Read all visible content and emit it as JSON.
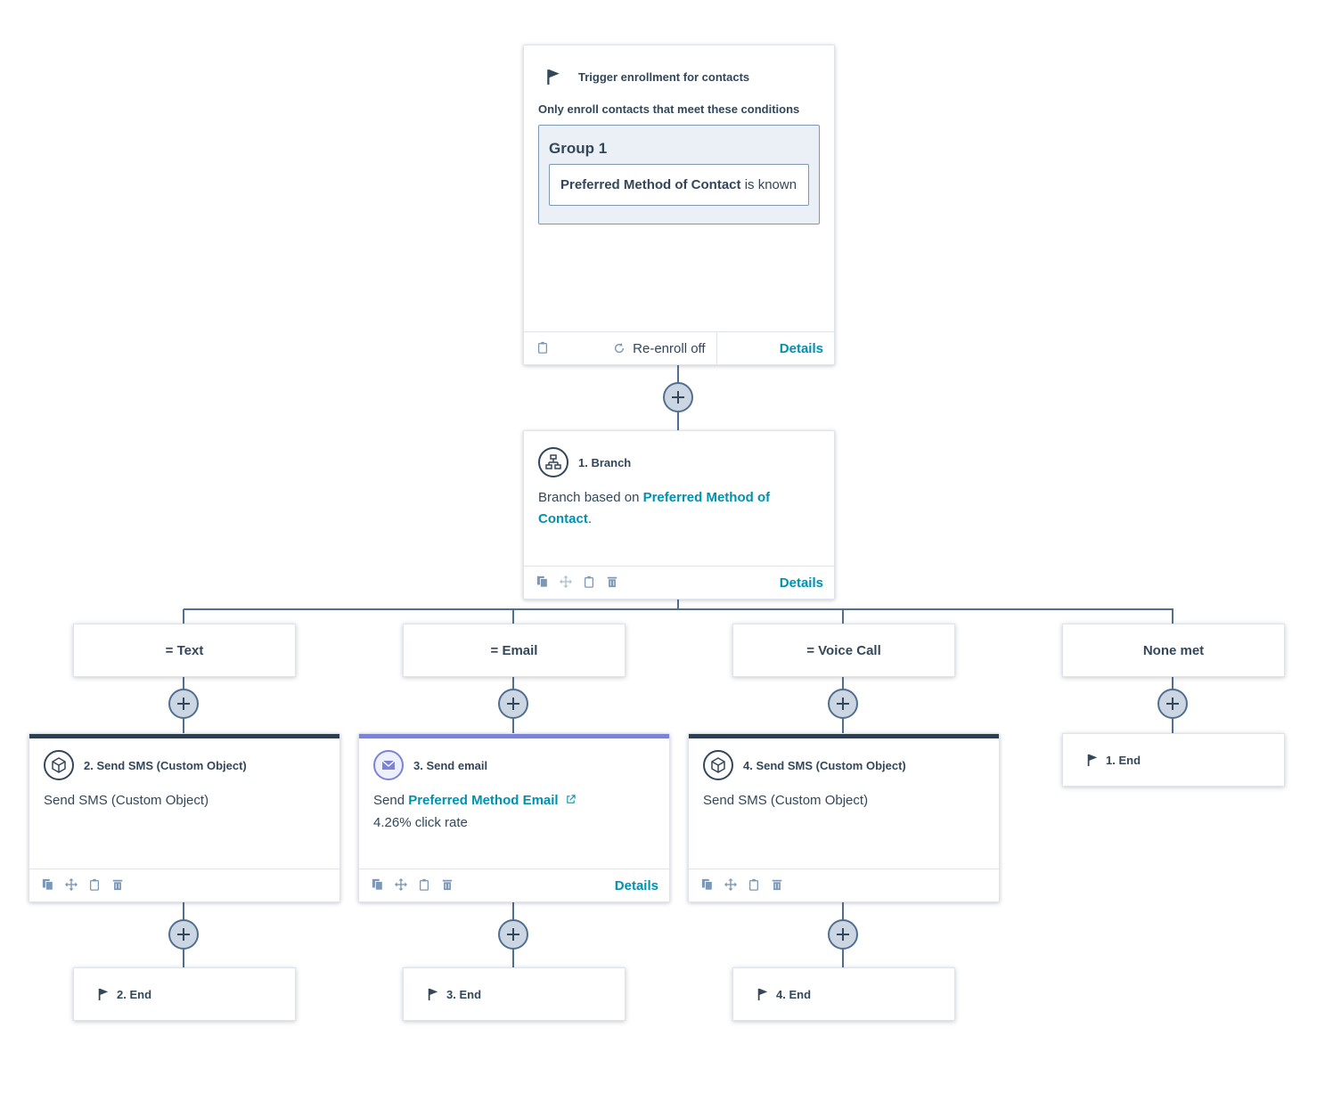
{
  "trigger": {
    "title": "Trigger enrollment for contacts",
    "subtitle": "Only enroll contacts that meet these conditions",
    "group_label": "Group 1",
    "condition_property": "Preferred Method of Contact",
    "condition_operator": "is known",
    "reenroll_label": "Re-enroll off",
    "details_label": "Details"
  },
  "branch": {
    "title": "1. Branch",
    "body_prefix": "Branch based on",
    "body_link": "Preferred Method of Contact",
    "body_suffix": ".",
    "details_label": "Details"
  },
  "branches": [
    {
      "label": "= Text"
    },
    {
      "label": "= Email"
    },
    {
      "label": "= Voice Call"
    },
    {
      "label": "None met"
    }
  ],
  "actions": {
    "sms_a": {
      "title": "2. Send SMS (Custom Object)",
      "body": "Send SMS (Custom Object)"
    },
    "email": {
      "title": "3. Send email",
      "body_prefix": "Send",
      "body_link": "Preferred Method Email",
      "stat": "4.26% click rate",
      "details_label": "Details"
    },
    "sms_b": {
      "title": "4. Send SMS (Custom Object)",
      "body": "Send SMS (Custom Object)"
    }
  },
  "ends": {
    "none_met": "1. End",
    "text": "2. End",
    "email": "3. End",
    "voice": "4. End"
  },
  "colors": {
    "line": "#516f90",
    "link": "#0091ae",
    "text": "#33475b",
    "email_accent": "#7c82d6",
    "dark_accent": "#2d3e50"
  }
}
